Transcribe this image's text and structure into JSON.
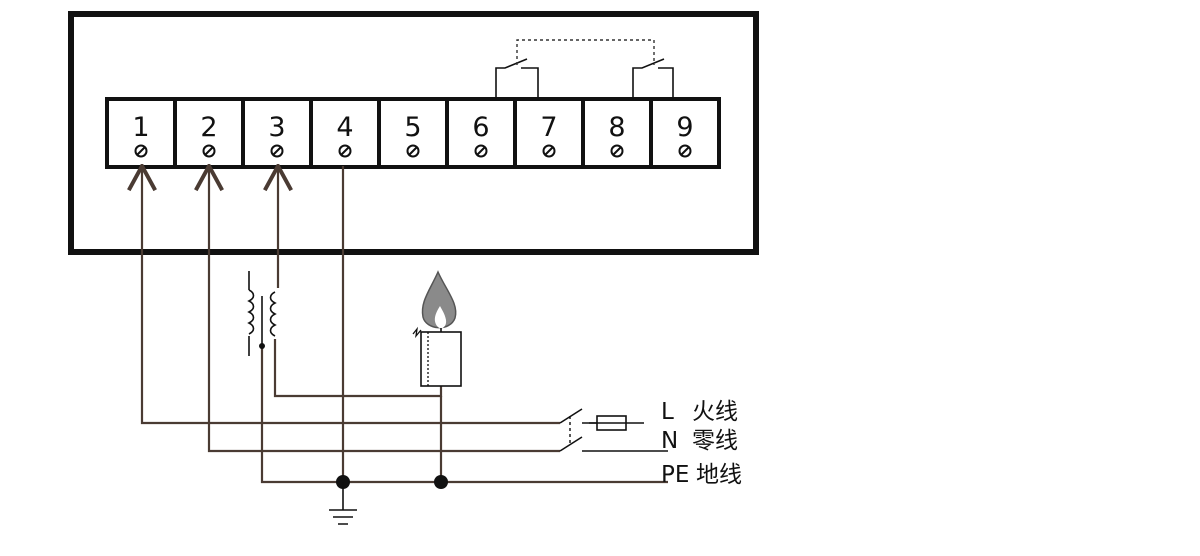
{
  "terminals": [
    "1",
    "2",
    "3",
    "4",
    "5",
    "6",
    "7",
    "8",
    "9"
  ],
  "power_lines": {
    "live": {
      "code": "L",
      "name": "火线"
    },
    "neutral": {
      "code": "N",
      "name": "零线"
    },
    "earth": {
      "code": "PE",
      "name": "地线"
    }
  },
  "icons": {
    "relay_contact": "relay-contact-icon",
    "transformer": "ignition-transformer-icon",
    "burner": "burner-flame-icon",
    "fuse": "fuse-icon",
    "switch": "double-pole-switch-icon",
    "ground": "ground-icon"
  },
  "colors": {
    "wire": "#4a3b33",
    "outline": "#111111",
    "flame": "#8a8a8a"
  }
}
